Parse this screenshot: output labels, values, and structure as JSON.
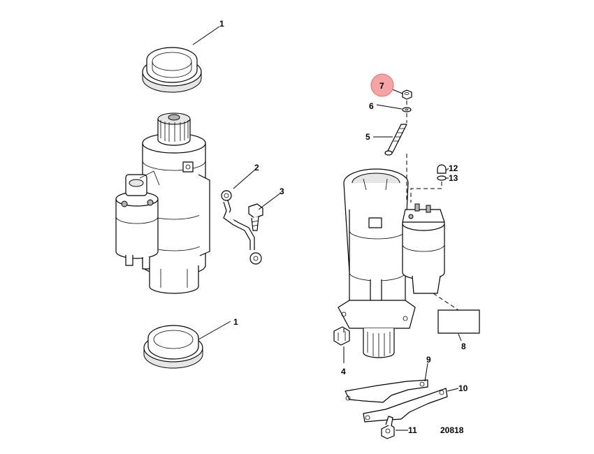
{
  "diagram_number": "20818",
  "highlight_color": "#f4a4a4",
  "callouts": [
    {
      "id": "c1-top",
      "text": "1"
    },
    {
      "id": "c1-bottom",
      "text": "1"
    },
    {
      "id": "c2",
      "text": "2"
    },
    {
      "id": "c3",
      "text": "3"
    },
    {
      "id": "c4",
      "text": "4"
    },
    {
      "id": "c5",
      "text": "5"
    },
    {
      "id": "c6",
      "text": "6"
    },
    {
      "id": "c7",
      "text": "7"
    },
    {
      "id": "c8",
      "text": "8"
    },
    {
      "id": "c9",
      "text": "9"
    },
    {
      "id": "c10",
      "text": "10"
    },
    {
      "id": "c11",
      "text": "11"
    },
    {
      "id": "c12",
      "text": "12"
    },
    {
      "id": "c13",
      "text": "13"
    }
  ]
}
